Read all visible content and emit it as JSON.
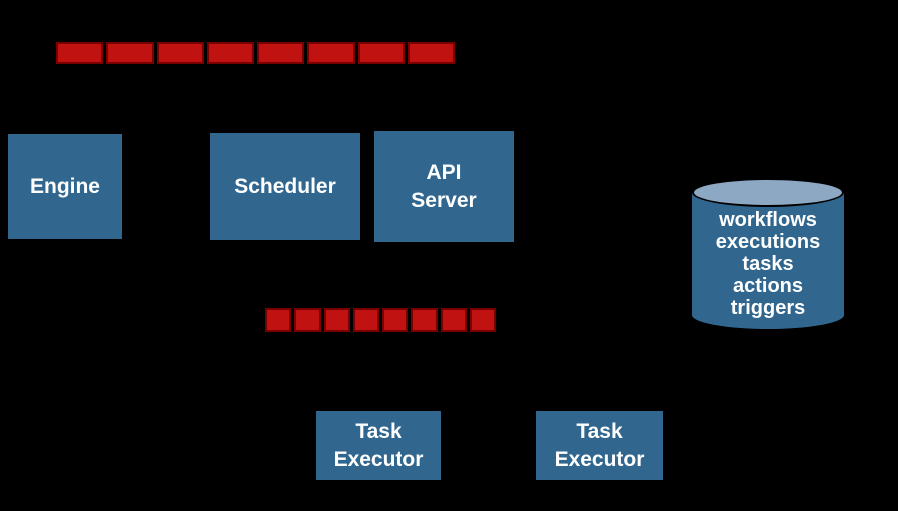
{
  "diagram": {
    "colors": {
      "background": "#000000",
      "node_fill": "#31678F",
      "node_text": "#FFFFFF",
      "queue_fill": "#C11212",
      "queue_border": "#7A0000",
      "db_top_fill": "#8CA8C3",
      "db_outline": "#000000"
    },
    "queues": {
      "top": {
        "segments": 8
      },
      "bottom": {
        "segments": 8
      }
    },
    "nodes": {
      "engine": {
        "label": "Engine"
      },
      "scheduler": {
        "label": "Scheduler"
      },
      "api_server": {
        "label": "API\nServer"
      },
      "task_executor_1": {
        "label": "Task\nExecutor"
      },
      "task_executor_2": {
        "label": "Task\nExecutor"
      }
    },
    "datastore": {
      "items": [
        "workflows",
        "executions",
        "tasks",
        "actions",
        "triggers"
      ]
    }
  }
}
